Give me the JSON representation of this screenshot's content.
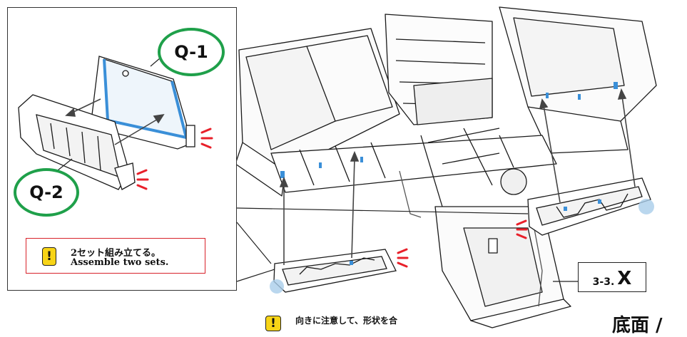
{
  "inset": {
    "label_q1": "Q-1",
    "label_q2": "Q-2",
    "note_line1": "2セット組み立てる。",
    "note_line2": "Assemble two sets.",
    "note_icon": "!"
  },
  "step": {
    "number": "3-3.",
    "code": "X"
  },
  "bottom_note": {
    "icon": "!",
    "text": "向きに注意して、形状を合"
  },
  "page_heading": "底面 /",
  "colors": {
    "ring_green": "#1fa04a",
    "note_border_red": "#d8222a",
    "warning_yellow": "#f7d417",
    "accent_blue": "#3a8fd8",
    "highlight_circle": "#a9cdea",
    "attention_red": "#e8202a"
  },
  "icons": [
    "warning-icon",
    "attention-marks",
    "arrow"
  ]
}
